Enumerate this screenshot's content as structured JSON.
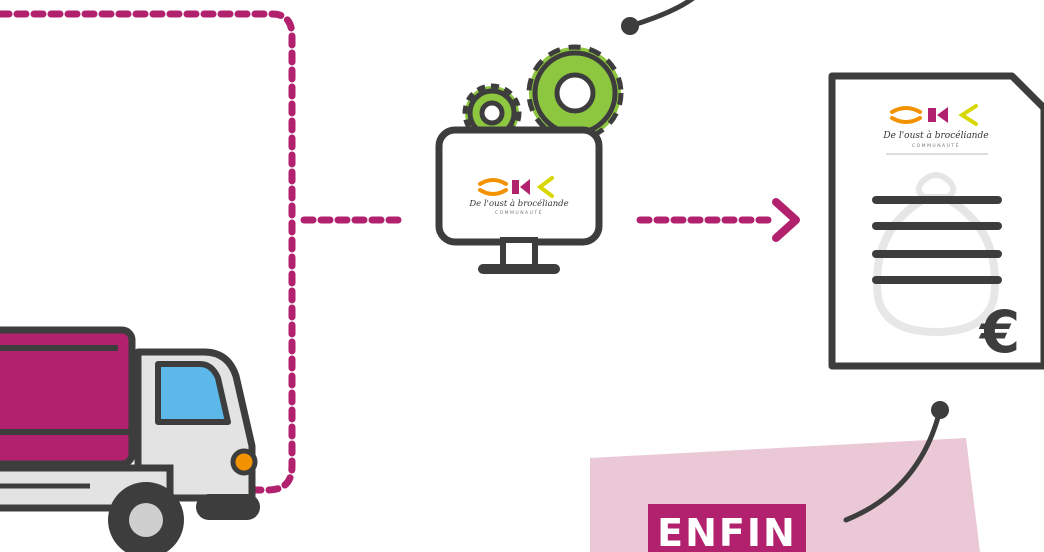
{
  "logo": {
    "tagline": "De l'oust à brocéliande",
    "subtitle": "COMMUNAUTÉ"
  },
  "invoice": {
    "currency_symbol": "€"
  },
  "callout": {
    "label": "ENFIN"
  },
  "colors": {
    "accent_magenta": "#b2216d",
    "gear_green": "#8dc63f",
    "outline_dark": "#3d3d3d",
    "truck_window_blue": "#5bb8e8",
    "light_pink": "#ebc8d6",
    "truck_grey": "#e3e3e3",
    "logo_orange": "#f39200",
    "logo_yellow": "#d8d800"
  }
}
